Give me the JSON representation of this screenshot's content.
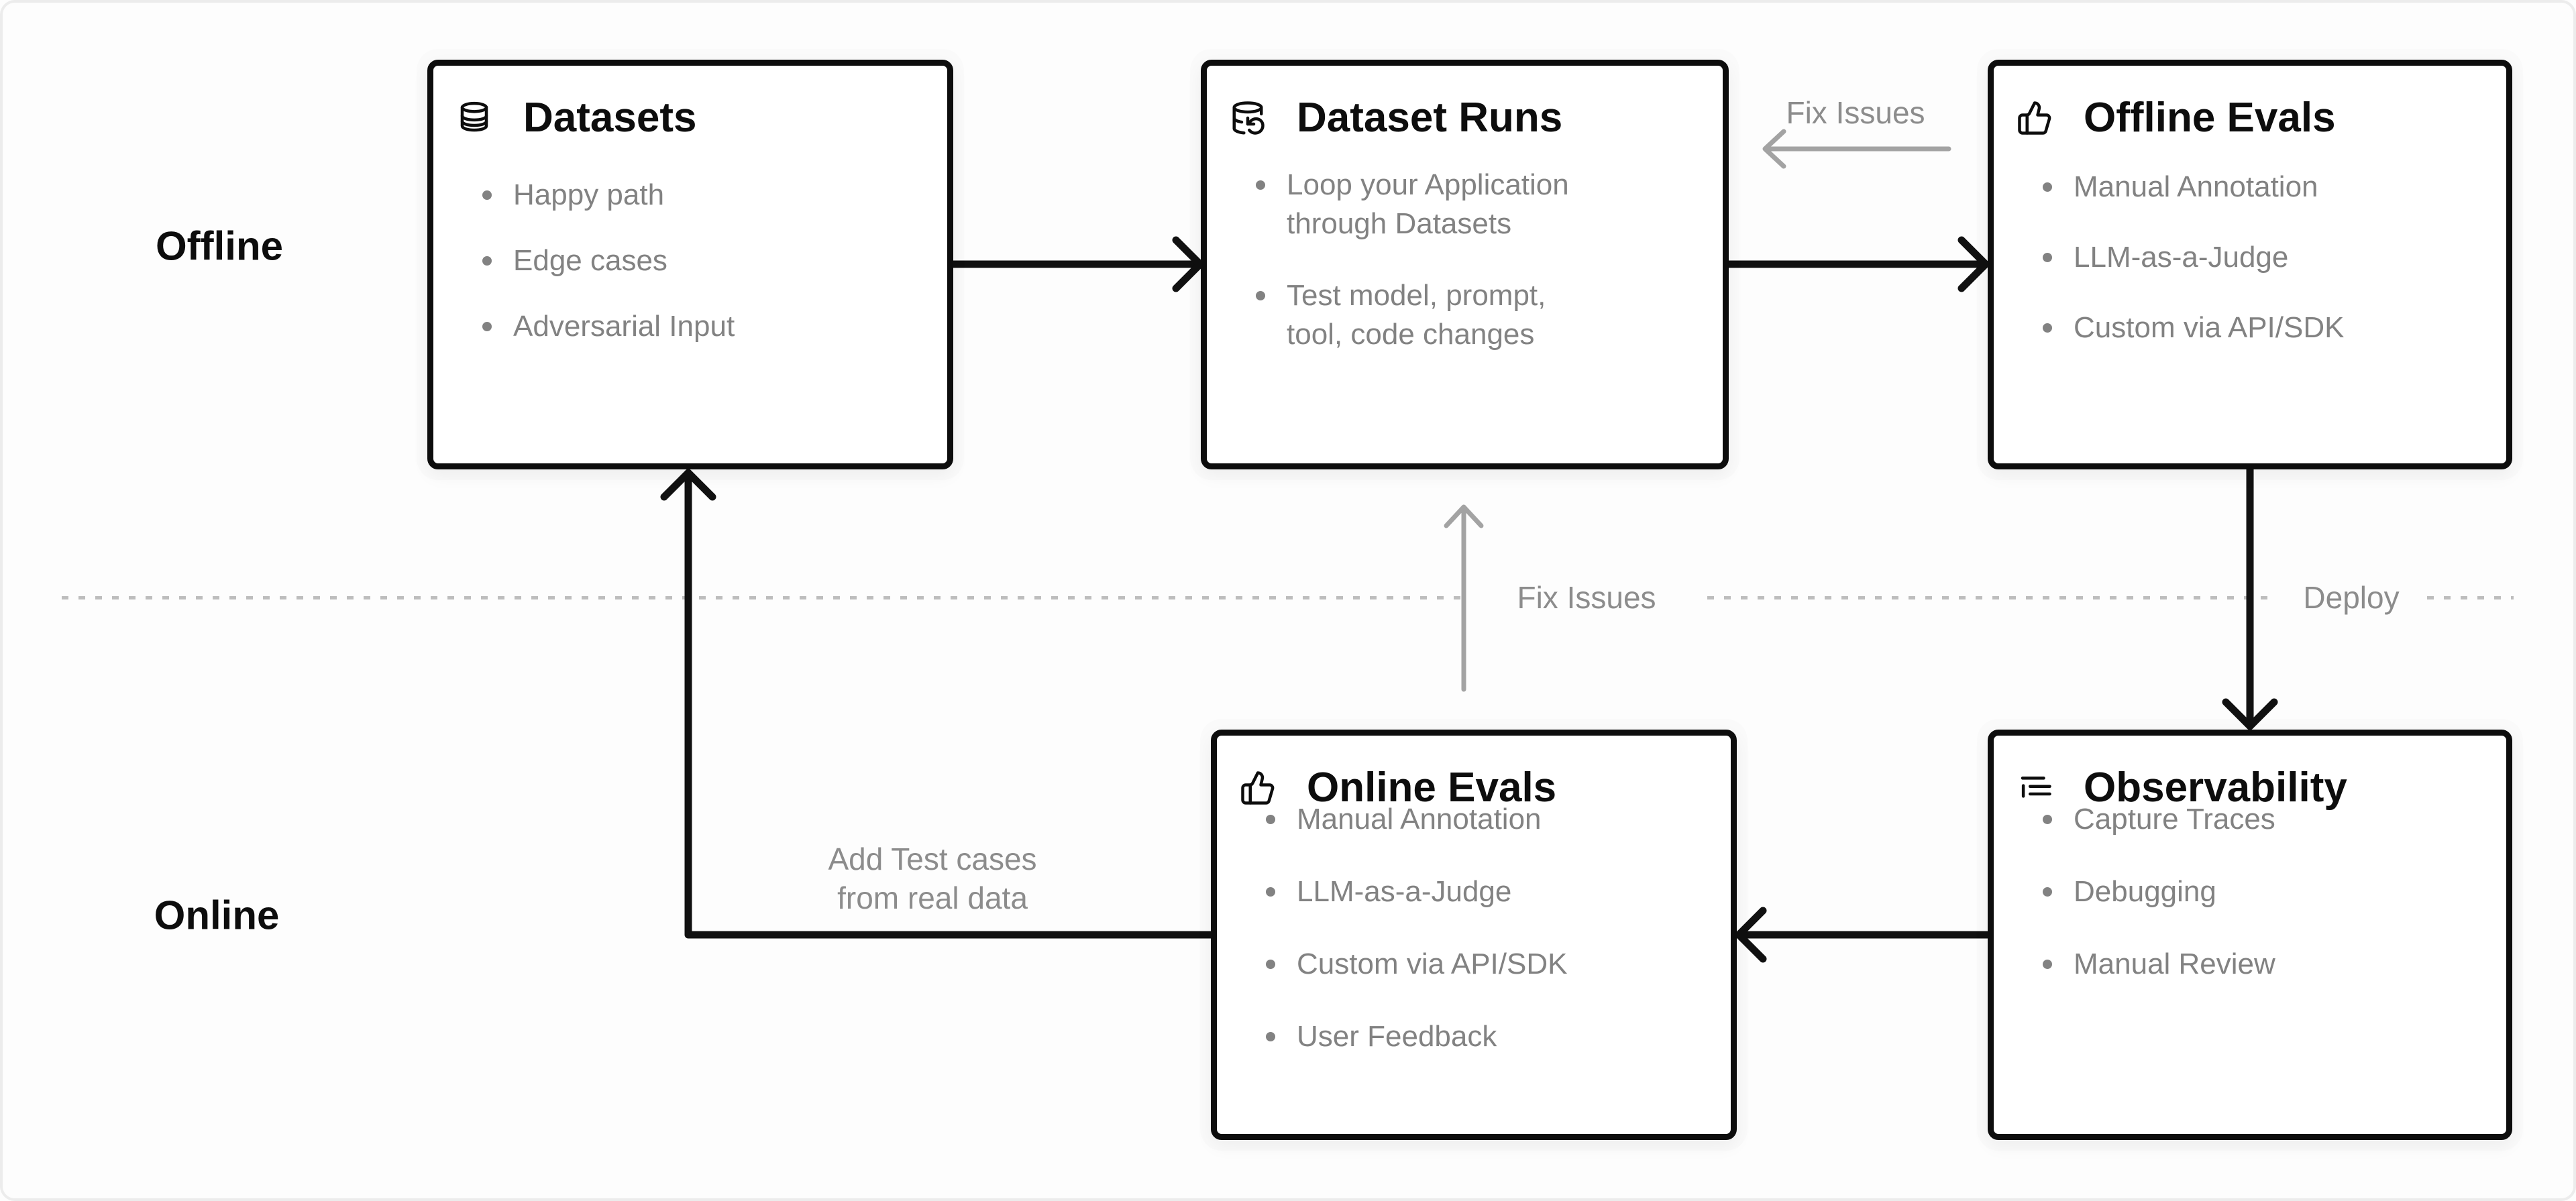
{
  "lanes": {
    "offline_label": "Offline",
    "online_label": "Online"
  },
  "boxes": [
    {
      "id": "datasets",
      "icon": "database-icon",
      "title": "Datasets",
      "items": [
        "Happy path",
        "Edge cases",
        "Adversarial Input"
      ]
    },
    {
      "id": "dataset-runs",
      "icon": "database-refresh-icon",
      "title": "Dataset Runs",
      "items": [
        "Loop your Application through Datasets",
        "Test model, prompt, tool, code changes"
      ]
    },
    {
      "id": "offline-evals",
      "icon": "thumbs-up-icon",
      "title": "Offline Evals",
      "items": [
        "Manual Annotation",
        "LLM-as-a-Judge",
        "Custom via API/SDK"
      ]
    },
    {
      "id": "online-evals",
      "icon": "thumbs-up-icon",
      "title": "Online Evals",
      "items": [
        "Manual Annotation",
        "LLM-as-a-Judge",
        "Custom via API/SDK",
        "User Feedback"
      ]
    },
    {
      "id": "observability",
      "icon": "trace-list-icon",
      "title": "Observability",
      "items": [
        "Capture Traces",
        "Debugging",
        "Manual Review"
      ]
    }
  ],
  "annotations": {
    "fix_issues_top": "Fix Issues",
    "fix_issues_mid": "Fix Issues",
    "deploy": "Deploy",
    "add_test_cases_line1": "Add Test cases",
    "add_test_cases_line2": "from real data"
  },
  "colors": {
    "box_border": "#0d0d0d",
    "title_text": "#0d0d0d",
    "bullet_text": "#828282",
    "annotation_text": "#8c8c8c",
    "black_arrow": "#111111",
    "gray_arrow": "#a3a3a3",
    "dashed_divider": "#bdbdbd",
    "background": "#fdfdfd",
    "box_background": "#ffffff"
  }
}
